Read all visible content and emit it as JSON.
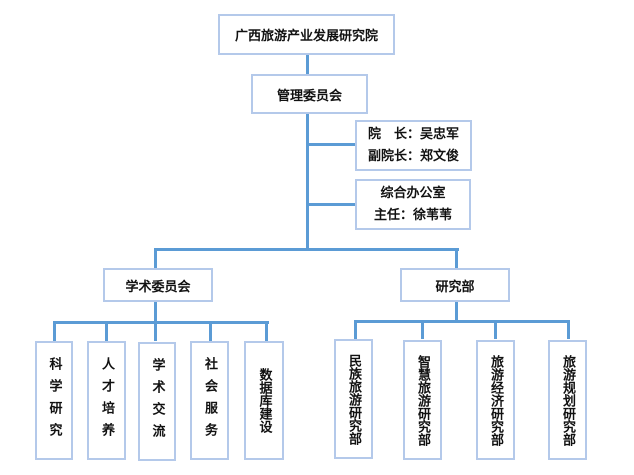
{
  "org_chart": {
    "root": {
      "label": "广西旅游产业发展研究院"
    },
    "management": {
      "label": "管理委员会"
    },
    "leadership": {
      "line1": "院　长：吴忠军",
      "line2": "副院长：郑文俊"
    },
    "office": {
      "line1": "综合办公室",
      "line2": "主任：徐苇苇"
    },
    "academic_committee": {
      "label": "学术委员会",
      "children": [
        "科学研究",
        "人才培养",
        "学术交流",
        "社会服务",
        "数据库建设"
      ]
    },
    "research_dept": {
      "label": "研究部",
      "children": [
        "民族旅游研究部",
        "智慧旅游研究部",
        "旅游经济研究部",
        "旅游规划研究部"
      ]
    }
  },
  "colors": {
    "connector": "#5b9bd5",
    "box_border": "#b4c9ea"
  }
}
